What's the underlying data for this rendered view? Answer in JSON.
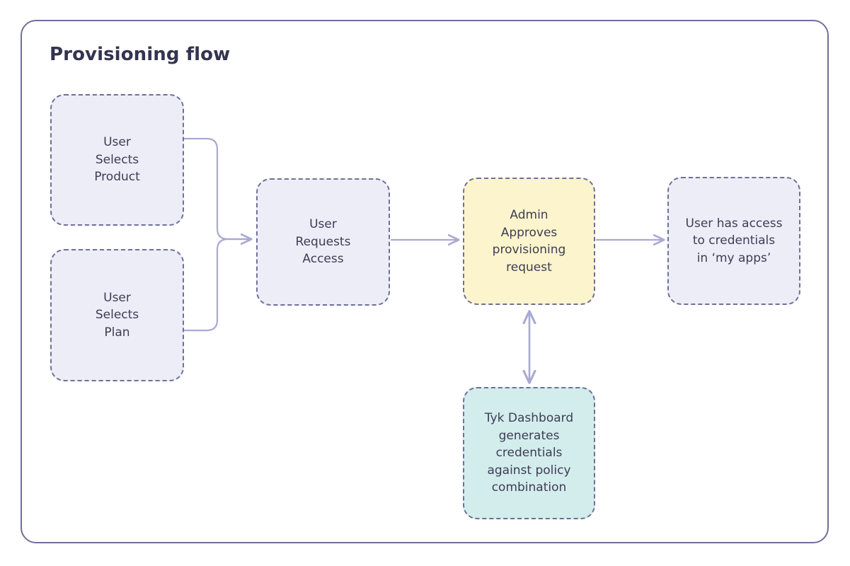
{
  "diagram": {
    "title": "Provisioning flow",
    "type": "flowchart",
    "colors": {
      "frame_border": "#6f6f99",
      "node_border": "#6f6f99",
      "title_text": "#343450",
      "node_text": "#3d3d55",
      "fill_lavender": "#ecedf7",
      "fill_yellow": "#fcf4cd",
      "fill_teal": "#d3ecec",
      "connector": "#a9a9d4",
      "background": "#ffffff"
    },
    "nodes": [
      {
        "id": "user-selects-product",
        "label": "User\nSelects\nProduct",
        "fill": "lavender",
        "border_style": "dashed"
      },
      {
        "id": "user-selects-plan",
        "label": "User\nSelects\nPlan",
        "fill": "lavender",
        "border_style": "dashed"
      },
      {
        "id": "user-requests-access",
        "label": "User\nRequests\nAccess",
        "fill": "lavender",
        "border_style": "dashed"
      },
      {
        "id": "admin-approves",
        "label": "Admin\nApproves\nprovisioning\nrequest",
        "fill": "yellow",
        "border_style": "dashed"
      },
      {
        "id": "user-has-access",
        "label": "User has access\nto credentials\nin ‘my apps’",
        "fill": "lavender",
        "border_style": "dashed"
      },
      {
        "id": "tyk-dashboard",
        "label": "Tyk Dashboard\ngenerates\ncredentials\nagainst policy\ncombination",
        "fill": "teal",
        "border_style": "dashed"
      }
    ],
    "edges": [
      {
        "id": "product-to-requests",
        "from": "user-selects-product",
        "to": "user-requests-access",
        "arrowheads": "end"
      },
      {
        "id": "plan-to-requests",
        "from": "user-selects-plan",
        "to": "user-requests-access",
        "arrowheads": "end"
      },
      {
        "id": "requests-to-admin",
        "from": "user-requests-access",
        "to": "admin-approves",
        "arrowheads": "end"
      },
      {
        "id": "admin-to-access",
        "from": "admin-approves",
        "to": "user-has-access",
        "arrowheads": "end"
      },
      {
        "id": "admin-tyk-bidirectional",
        "from": "admin-approves",
        "to": "tyk-dashboard",
        "arrowheads": "both"
      }
    ]
  }
}
